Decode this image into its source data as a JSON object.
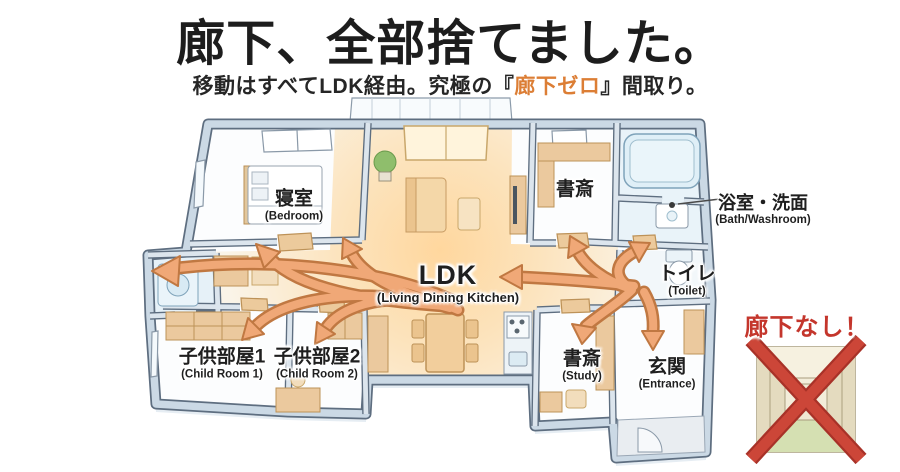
{
  "header": {
    "title": "廊下、全部捨てました。",
    "subtitle_prefix": "移動はすべてLDK経由。究極の『",
    "subtitle_highlight": "廊下ゼロ",
    "subtitle_suffix": "』間取り。"
  },
  "rooms": {
    "bedroom": {
      "jp": "寝室",
      "en": "(Bedroom)"
    },
    "study_top": {
      "jp": "書斎"
    },
    "ldk": {
      "jp": "LDK",
      "en": "(Living Dining Kitchen)"
    },
    "toilet": {
      "jp": "トイレ",
      "en": "(Toilet)"
    },
    "child1": {
      "jp": "子供部屋1",
      "en": "(Child Room 1)"
    },
    "child2": {
      "jp": "子供部屋2",
      "en": "(Child Room 2)"
    },
    "study": {
      "jp": "書斎",
      "en": "(Study)"
    },
    "entrance": {
      "jp": "玄関",
      "en": "(Entrance)"
    },
    "bath": {
      "jp": "浴室・洗面",
      "en": "(Bath/Washroom)"
    }
  },
  "stamp": {
    "label": "廊下なし！"
  },
  "colors": {
    "accent_orange": "#DC7E35",
    "arrow_fill": "#F0A877",
    "arrow_outline": "#C07842",
    "stamp_red": "#C4362C",
    "wall_cap": "#DCE5ED",
    "ldk_glow": "#FFD79E"
  }
}
